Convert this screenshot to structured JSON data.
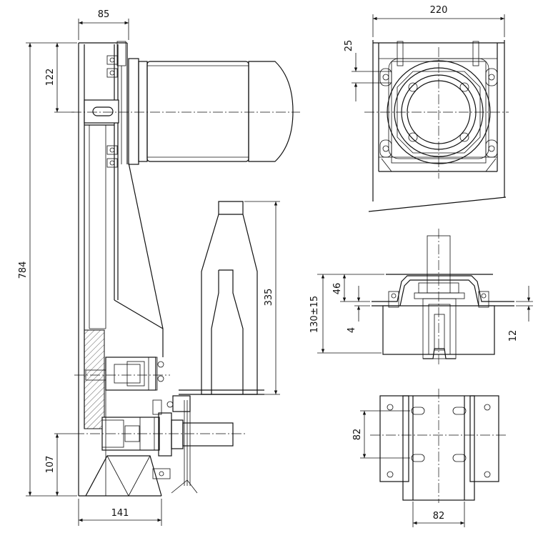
{
  "dimensions": {
    "side_top_width": "85",
    "side_total_height": "784",
    "side_upper_offset": "122",
    "side_lower_offset": "107",
    "side_bottom_width": "141",
    "chute_height": "335",
    "top_width": "220",
    "top_hole_offset": "25",
    "section_height": "130±15",
    "section_upper": "46",
    "section_gap": "4",
    "section_plate": "12",
    "base_vertical": "82",
    "base_horizontal": "82"
  }
}
